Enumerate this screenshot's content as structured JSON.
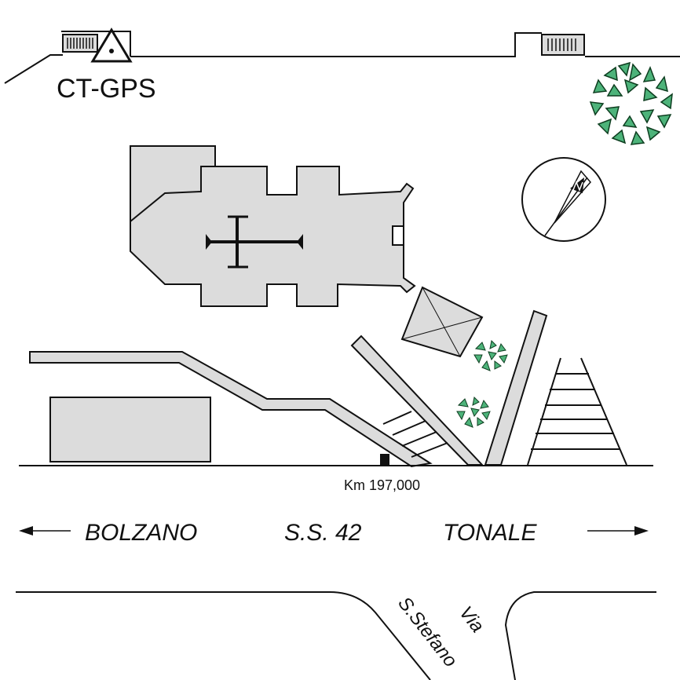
{
  "labels": {
    "station": "CT-GPS",
    "km_marker": "Km 197,000",
    "direction_left": "BOLZANO",
    "road": "S.S. 42",
    "direction_right": "TONALE",
    "side_street_prefix": "Via",
    "side_street_name": "S.Stefano"
  },
  "colors": {
    "building_fill": "#dcdcdc",
    "stroke": "#111111",
    "tree_fill": "#4db37a",
    "tree_stroke": "#0d3d1f"
  },
  "icons": [
    "gps-station-triangle-icon",
    "compass-north-icon",
    "church-cross-icon",
    "tree-icon"
  ]
}
